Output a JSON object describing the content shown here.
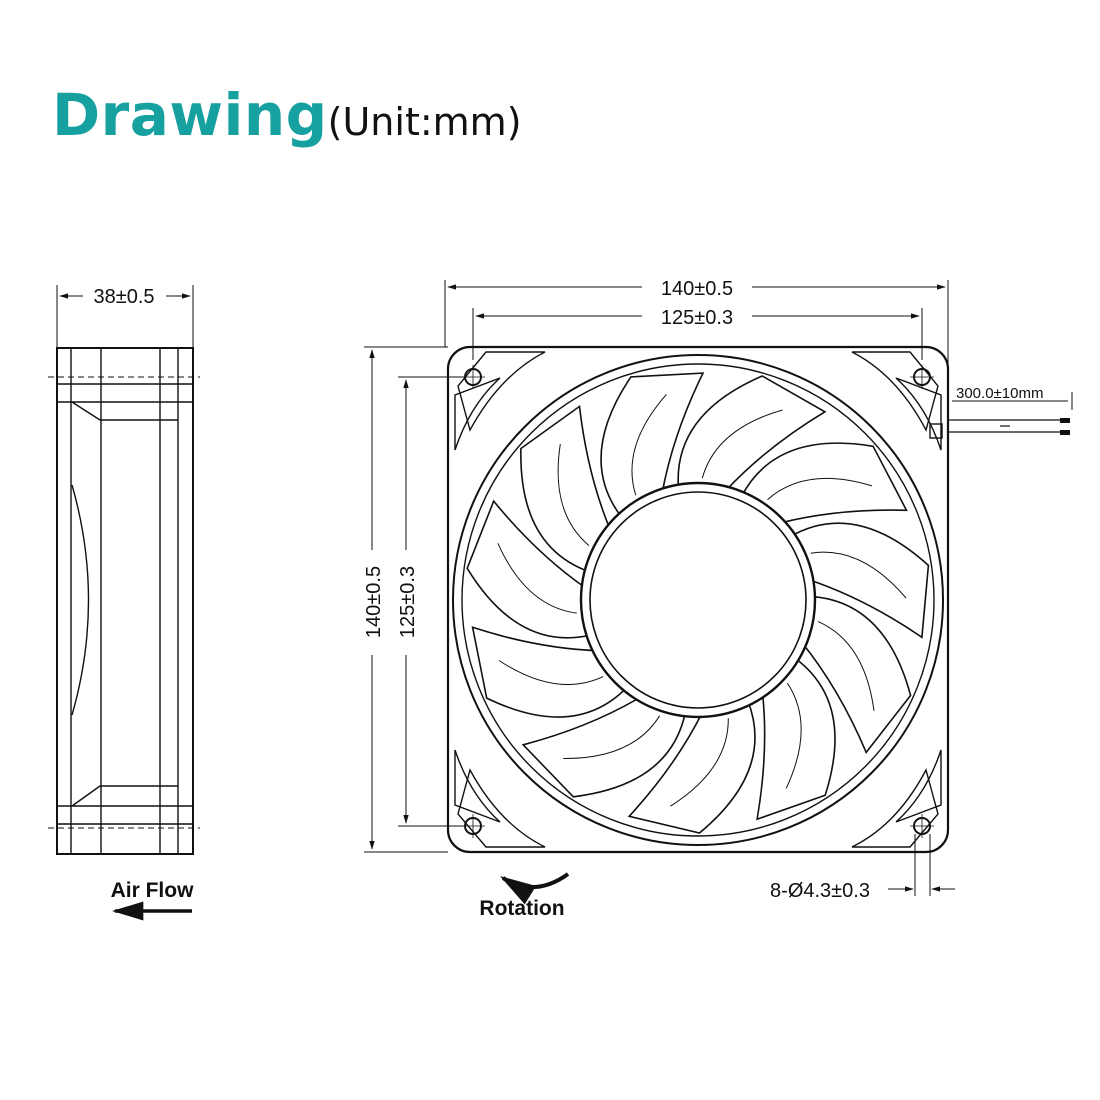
{
  "title": {
    "main": "Drawing",
    "unit": "(Unit:mm)"
  },
  "side_view": {
    "thickness": "38±0.5",
    "airflow_label": "Air Flow"
  },
  "front_view": {
    "width_outer": "140±0.5",
    "width_holes": "125±0.3",
    "height_outer": "140±0.5",
    "height_holes": "125±0.3",
    "cable_length": "300.0±10mm",
    "mount_holes": "8-Ø4.3±0.3",
    "rotation_label": "Rotation"
  },
  "colors": {
    "title": "#16a0a0",
    "line": "#111111"
  }
}
